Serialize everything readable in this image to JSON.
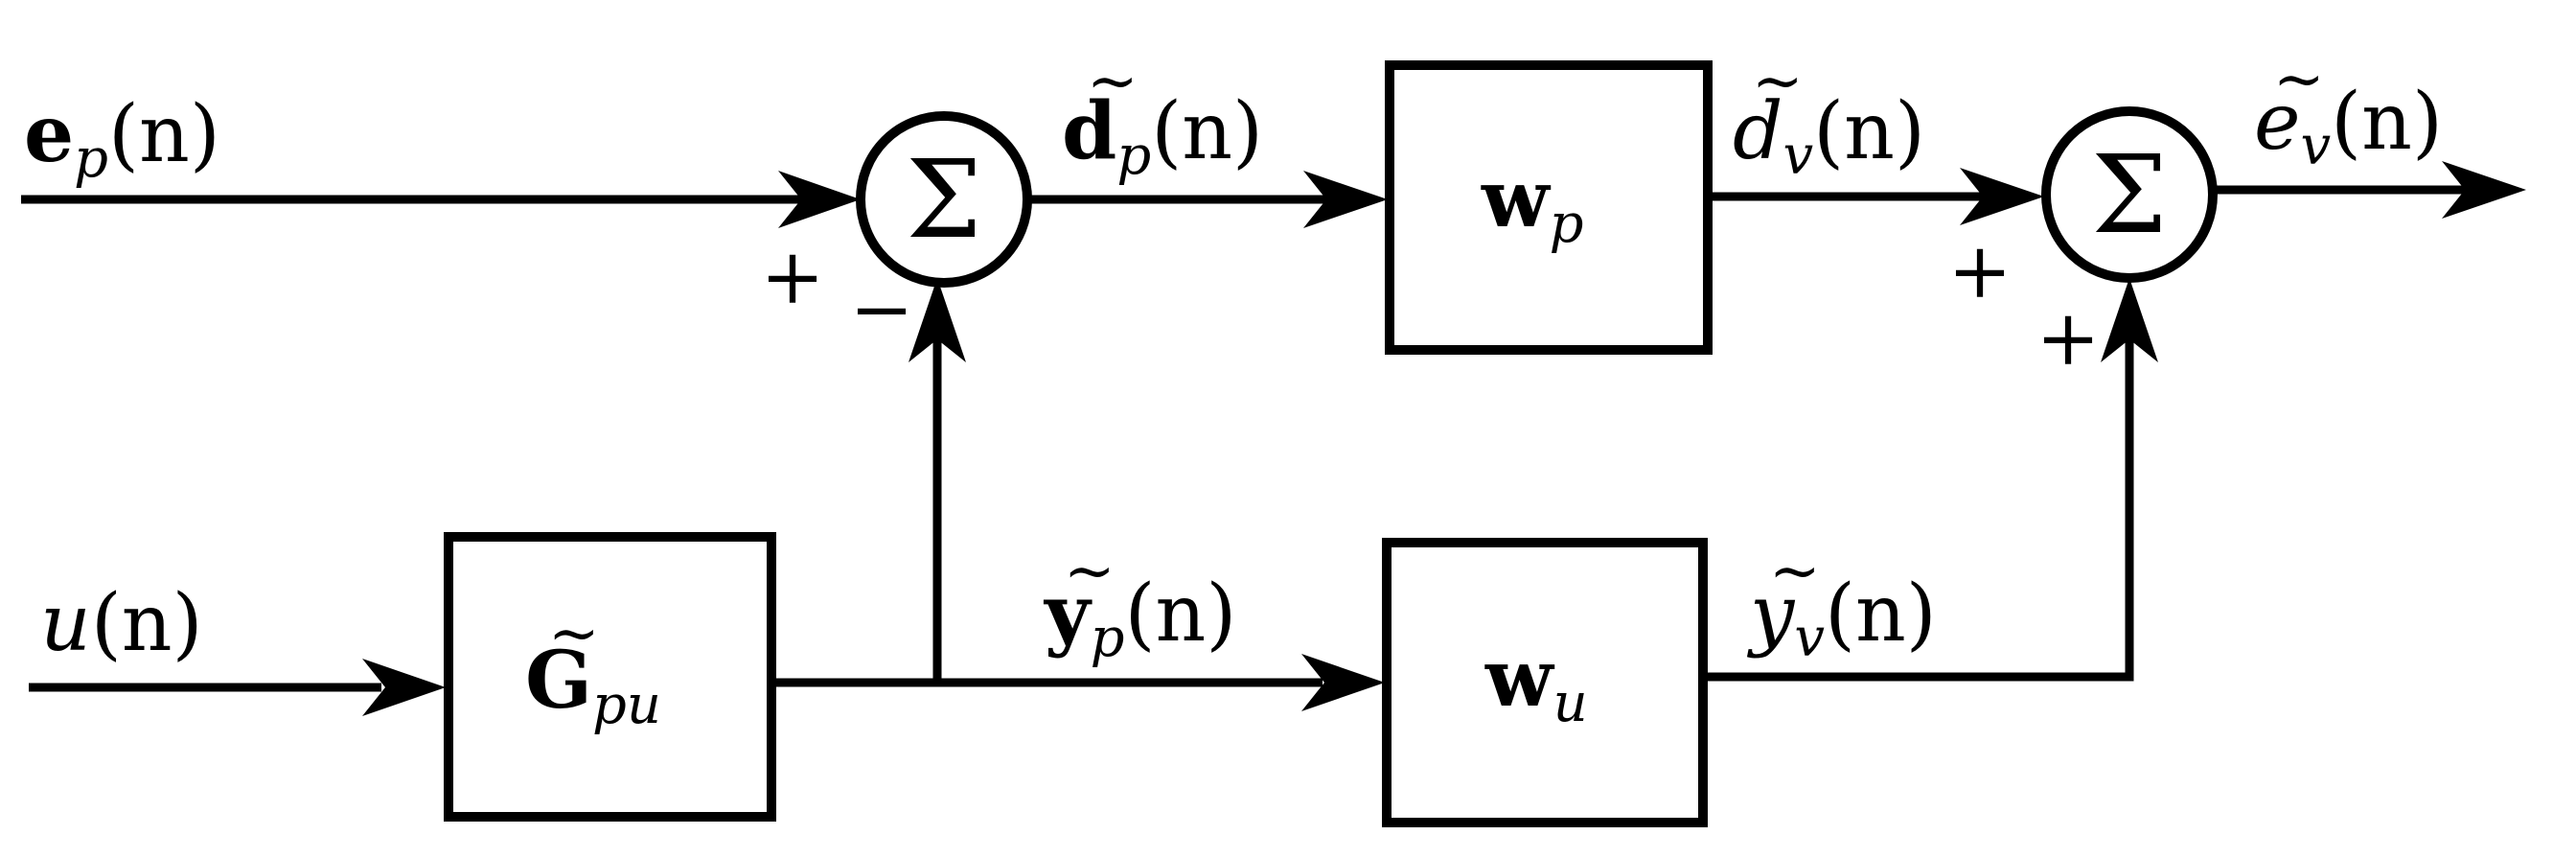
{
  "signals": {
    "ep": {
      "main": "e",
      "sub": "p",
      "arg": "(n)"
    },
    "u": {
      "main": "u",
      "arg": "(n)"
    },
    "dp": {
      "tilde": "~",
      "main": "d",
      "sub": "p",
      "arg": "(n)"
    },
    "dv": {
      "tilde": "~",
      "main": "d",
      "sub": "v",
      "arg": "(n)"
    },
    "ev": {
      "tilde": "~",
      "main": "e",
      "sub": "v",
      "arg": "(n)"
    },
    "yp": {
      "tilde": "~",
      "main": "y",
      "sub": "p",
      "arg": "(n)"
    },
    "yv": {
      "tilde": "~",
      "main": "y",
      "sub": "v",
      "arg": "(n)"
    }
  },
  "blocks": {
    "wp": {
      "main": "w",
      "sub": "p"
    },
    "wu": {
      "main": "w",
      "sub": "u"
    },
    "gpu": {
      "tilde": "~",
      "main": "G",
      "sub": "pu"
    }
  },
  "summers": {
    "sum1": {
      "symbol": "Σ",
      "sign_left": "+",
      "sign_bottom": "−"
    },
    "sum2": {
      "symbol": "Σ",
      "sign_left": "+",
      "sign_bottom": "+"
    }
  }
}
